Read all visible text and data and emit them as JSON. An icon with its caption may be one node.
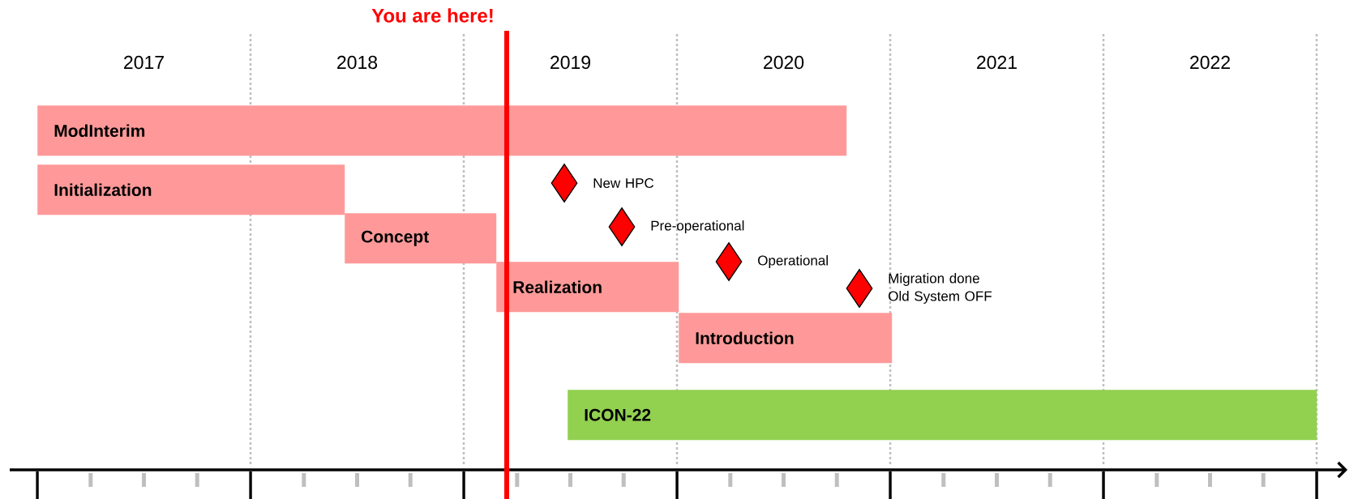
{
  "diagram": {
    "nodes": [
      {
        "text": [
          "ModInterim"
        ]
      },
      {
        "text": [
          "Initialization"
        ]
      },
      {
        "text": [
          "Concept"
        ]
      },
      {
        "text": [
          "Realization"
        ]
      },
      {
        "text": [
          "Introduction"
        ]
      },
      {
        "text": [
          "ICON-22"
        ]
      },
      {
        "text": [],
        "shape": "diamond",
        "beside": [
          "New HPC"
        ]
      },
      {
        "text": [],
        "shape": "diamond",
        "beside": [
          "Pre-operational"
        ]
      },
      {
        "text": [],
        "shape": "diamond",
        "beside": [
          "Operational"
        ]
      },
      {
        "text": [],
        "shape": "diamond",
        "beside": [
          "Migration done Old System OFF"
        ]
      }
    ],
    "edges": [],
    "labels": [
      "You are here!",
      "2017",
      "2018",
      "2019",
      "2020",
      "2021",
      "2022"
    ]
  }
}
